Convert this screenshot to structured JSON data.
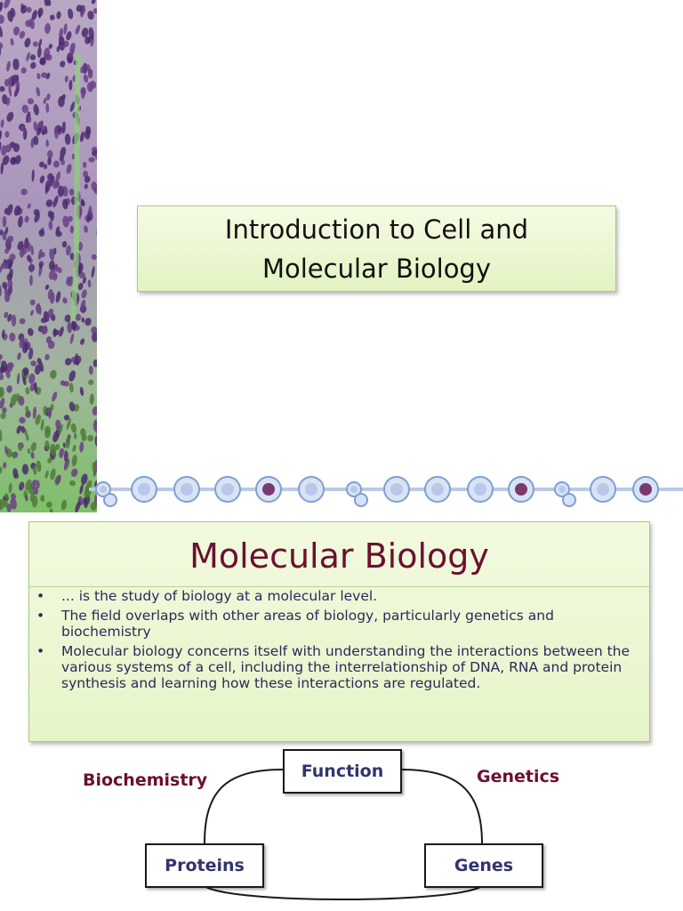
{
  "title_slide": {
    "title": "Introduction to Cell and\nMolecular Biology"
  },
  "images": {
    "tissue": "histology-micrograph",
    "cell_strip": "cell-division-illustration"
  },
  "molecular_biology": {
    "heading": "Molecular Biology",
    "bullets": [
      "... is the study of biology at a molecular level.",
      "The field overlaps with other areas of biology, particularly genetics and biochemistry",
      "Molecular biology concerns itself with understanding the interactions between the various systems of a cell, including the interrelationship of DNA, RNA and protein synthesis and learning how these interactions are regulated."
    ],
    "bullet_glyph": "•"
  },
  "diagram": {
    "nodes": {
      "function": "Function",
      "proteins": "Proteins",
      "genes": "Genes"
    },
    "labels": {
      "biochemistry": "Biochemistry",
      "genetics": "Genetics"
    }
  },
  "colors": {
    "heading": "#6b1030",
    "body_text": "#2a2a5a",
    "box_fill": "#e6f5c8",
    "node_text": "#33336e"
  }
}
